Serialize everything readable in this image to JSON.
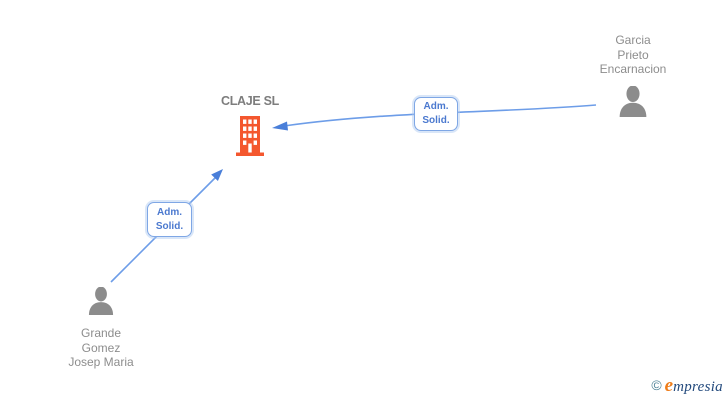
{
  "diagram": {
    "company": {
      "name": "CLAJE SL",
      "icon": "building-icon"
    },
    "persons": [
      {
        "id": "garcia-prieto-encarnacion",
        "icon": "person-icon",
        "lines": [
          "Garcia",
          "Prieto",
          "Encarnacion"
        ]
      },
      {
        "id": "grande-gomez-josep-maria",
        "icon": "person-icon",
        "lines": [
          "Grande",
          "Gomez",
          "Josep Maria"
        ]
      }
    ],
    "relations": [
      {
        "from": "garcia-prieto-encarnacion",
        "to": "CLAJE SL",
        "lines": [
          "Adm.",
          "Solid."
        ]
      },
      {
        "from": "grande-gomez-josep-maria",
        "to": "CLAJE SL",
        "lines": [
          "Adm.",
          "Solid."
        ]
      }
    ]
  },
  "logo": {
    "copyright": "©",
    "first_letter": "e",
    "rest": "mpresia"
  },
  "colors": {
    "building_orange": "#f4572e",
    "edge_blue": "#6d9de8",
    "arrowhead_blue": "#4a7fd9",
    "relation_text_blue": "#4b79cf",
    "relation_border_blue": "#7fa7e5",
    "node_text_gray": "#8d8d8d",
    "person_icon_gray": "#8c8c8c",
    "logo_copyright_teal": "#4f8398",
    "logo_e_orange": "#ef7d1a",
    "logo_text_navy": "#234a7d"
  }
}
